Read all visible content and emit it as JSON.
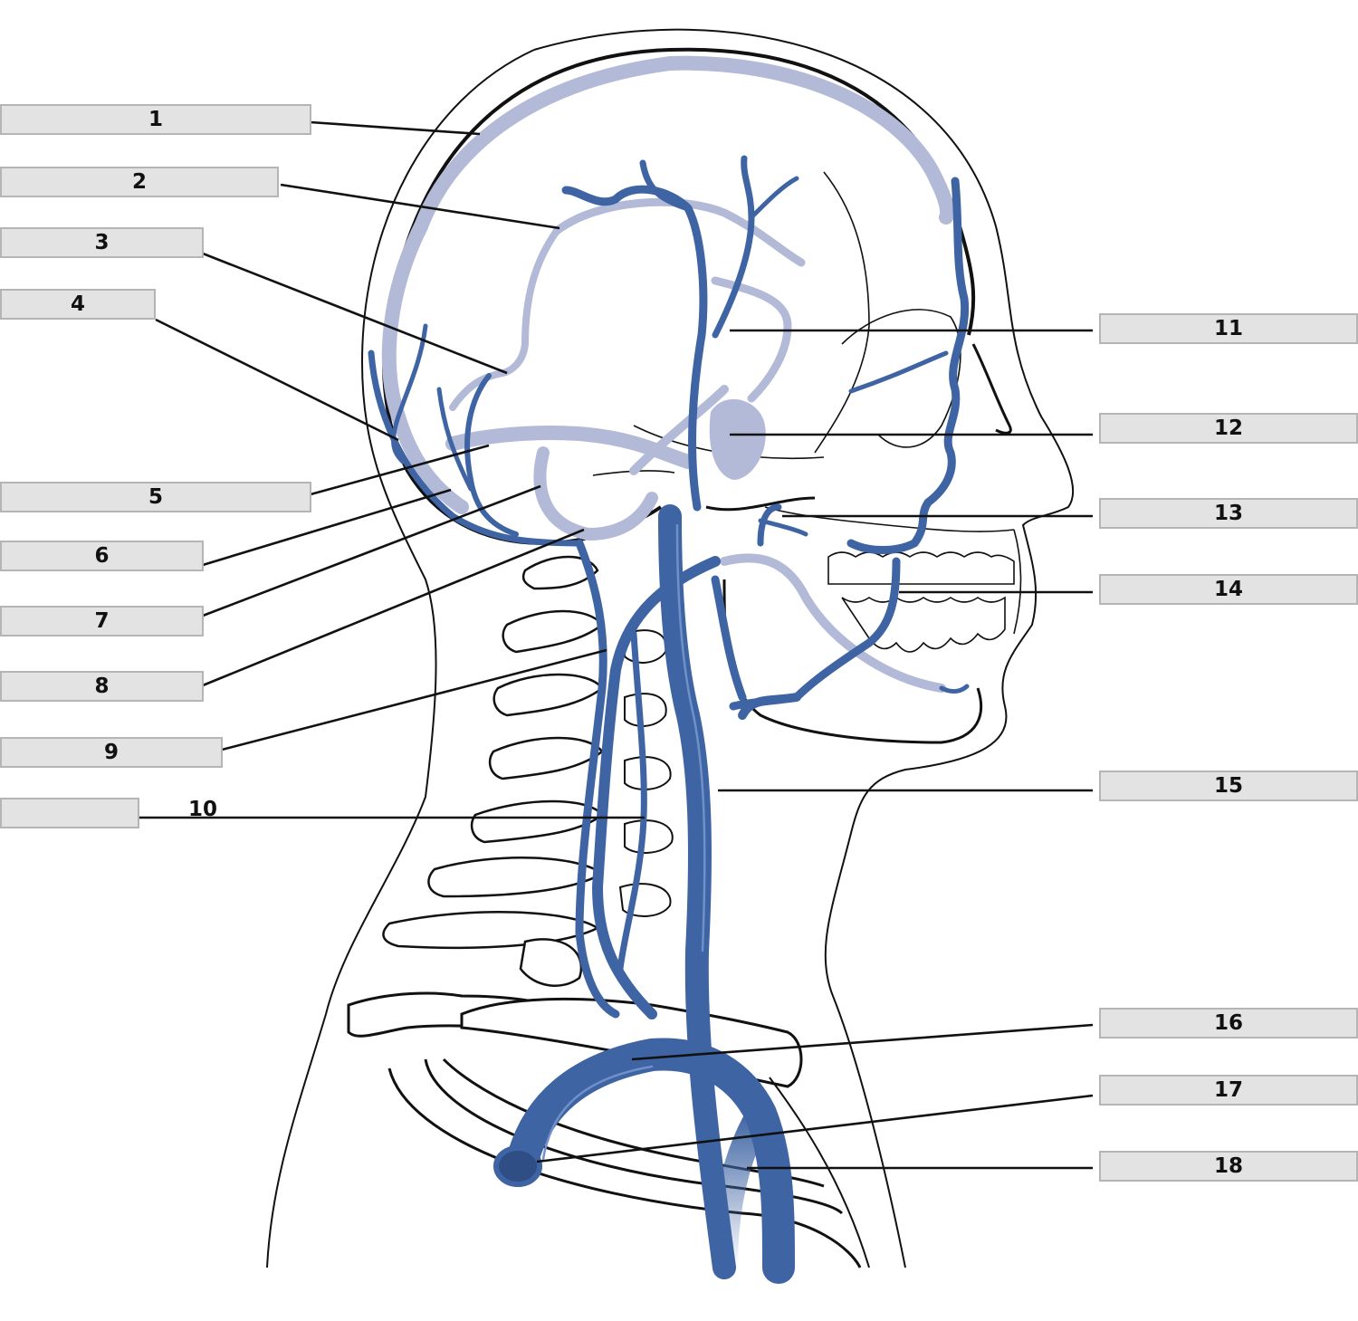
{
  "colors": {
    "vein": "#3f64a3",
    "vein_highlight": "#6f90c8",
    "sinus": "#b3bad8",
    "outline": "#111111",
    "label_fill": "#e3e3e3",
    "label_border": "#b5b5b5",
    "leader": "#111111"
  },
  "labels": [
    {
      "id": 1,
      "text": "1"
    },
    {
      "id": 2,
      "text": "2"
    },
    {
      "id": 3,
      "text": "3"
    },
    {
      "id": 4,
      "text": "4"
    },
    {
      "id": 5,
      "text": "5"
    },
    {
      "id": 6,
      "text": "6"
    },
    {
      "id": 7,
      "text": "7"
    },
    {
      "id": 8,
      "text": "8"
    },
    {
      "id": 9,
      "text": "9"
    },
    {
      "id": 10,
      "text": "10"
    },
    {
      "id": 11,
      "text": "11"
    },
    {
      "id": 12,
      "text": "12"
    },
    {
      "id": 13,
      "text": "13"
    },
    {
      "id": 14,
      "text": "14"
    },
    {
      "id": 15,
      "text": "15"
    },
    {
      "id": 16,
      "text": "16"
    },
    {
      "id": 17,
      "text": "17"
    },
    {
      "id": 18,
      "text": "18"
    }
  ]
}
